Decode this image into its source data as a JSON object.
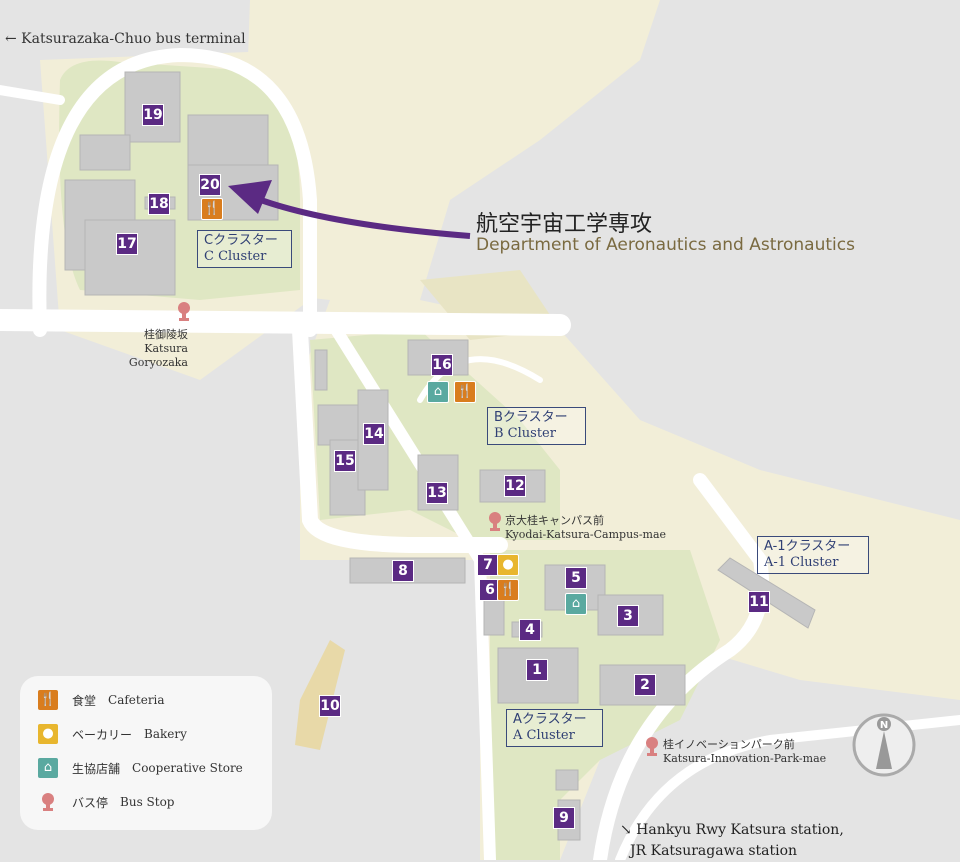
{
  "top_left_link": "← Katsurazaka-Chuo bus terminal",
  "bottom_right_link": [
    "↘ Hankyu Rwy Katsura station,",
    "JR Katsuragawa station"
  ],
  "callout": {
    "ja": "航空宇宙工学専攻",
    "en": "Department of Aeronautics and Astronautics"
  },
  "buildings": [
    "19",
    "20",
    "18",
    "17",
    "16",
    "14",
    "15",
    "13",
    "12",
    "8",
    "7",
    "6",
    "5",
    "3",
    "4",
    "1",
    "2",
    "11",
    "10",
    "9"
  ],
  "clusters": {
    "c": {
      "ja": "Cクラスター",
      "en": "C Cluster"
    },
    "b": {
      "ja": "Bクラスター",
      "en": "B Cluster"
    },
    "a1": {
      "ja": "A-1クラスター",
      "en": "A-1 Cluster"
    },
    "a": {
      "ja": "Aクラスター",
      "en": "A Cluster"
    }
  },
  "bus_stops": [
    {
      "ja": "桂御陵坂",
      "en": "Katsura Goryozaka"
    },
    {
      "ja": "京大桂キャンパス前",
      "en": "Kyodai-Katsura-Campus-mae"
    },
    {
      "ja": "桂イノベーションパーク前",
      "en": "Katsura-Innovation-Park-mae"
    }
  ],
  "legend": [
    {
      "icon": "cafeteria-icon",
      "ja": "食堂",
      "en": "Cafeteria"
    },
    {
      "icon": "bakery-icon",
      "ja": "ベーカリー",
      "en": "Bakery"
    },
    {
      "icon": "cooperative-store-icon",
      "ja": "生協店舗",
      "en": "Cooperative Store"
    },
    {
      "icon": "bus-stop-icon",
      "ja": "バス停",
      "en": "Bus Stop"
    }
  ],
  "compass": "N",
  "colors": {
    "purple": "#5b2a83",
    "cafeteria": "#d97d1e",
    "bakery": "#e8b62e",
    "coop": "#5aa9a0",
    "bus": "#d98080"
  }
}
